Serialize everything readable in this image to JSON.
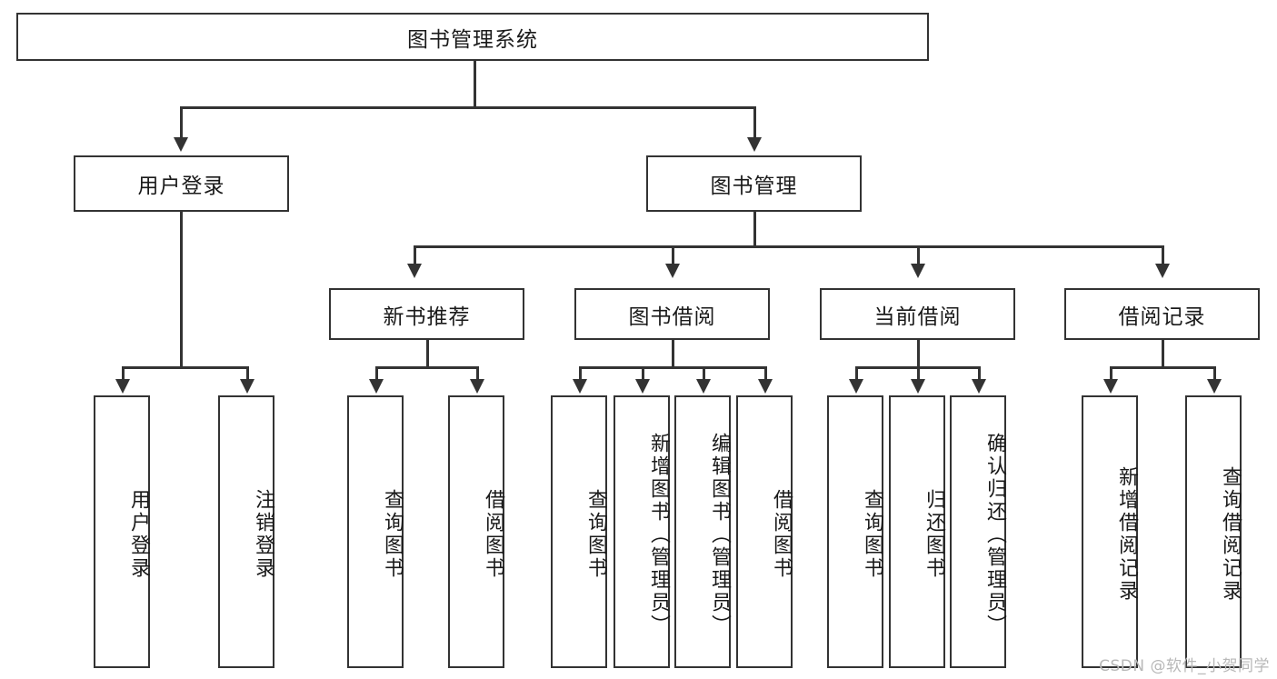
{
  "diagram": {
    "title": "图书管理系统",
    "type": "tree-hierarchy-diagram",
    "root": {
      "label": "图书管理系统"
    },
    "level2": [
      {
        "label": "用户登录"
      },
      {
        "label": "图书管理"
      }
    ],
    "level3": [
      {
        "label": "新书推荐"
      },
      {
        "label": "图书借阅"
      },
      {
        "label": "当前借阅"
      },
      {
        "label": "借阅记录"
      }
    ],
    "leaves": {
      "user_login": [
        {
          "label": "用户登录"
        },
        {
          "label": "注销登录"
        }
      ],
      "new_book_recommend": [
        {
          "label": "查询图书"
        },
        {
          "label": "借阅图书"
        }
      ],
      "book_borrow": [
        {
          "label": "查询图书"
        },
        {
          "label": "新增图书（管理员）"
        },
        {
          "label": "编辑图书（管理员）"
        },
        {
          "label": "借阅图书"
        }
      ],
      "current_borrow": [
        {
          "label": "查询图书"
        },
        {
          "label": "归还图书"
        },
        {
          "label": "确认归还（管理员）"
        }
      ],
      "borrow_records": [
        {
          "label": "新增借阅记录"
        },
        {
          "label": "查询借阅记录"
        }
      ]
    },
    "watermark": "CSDN @软件_小贺同学",
    "colors": {
      "stroke": "#333333",
      "background": "#ffffff",
      "text": "#1a1a1a",
      "watermark": "#b8b8b8"
    }
  }
}
